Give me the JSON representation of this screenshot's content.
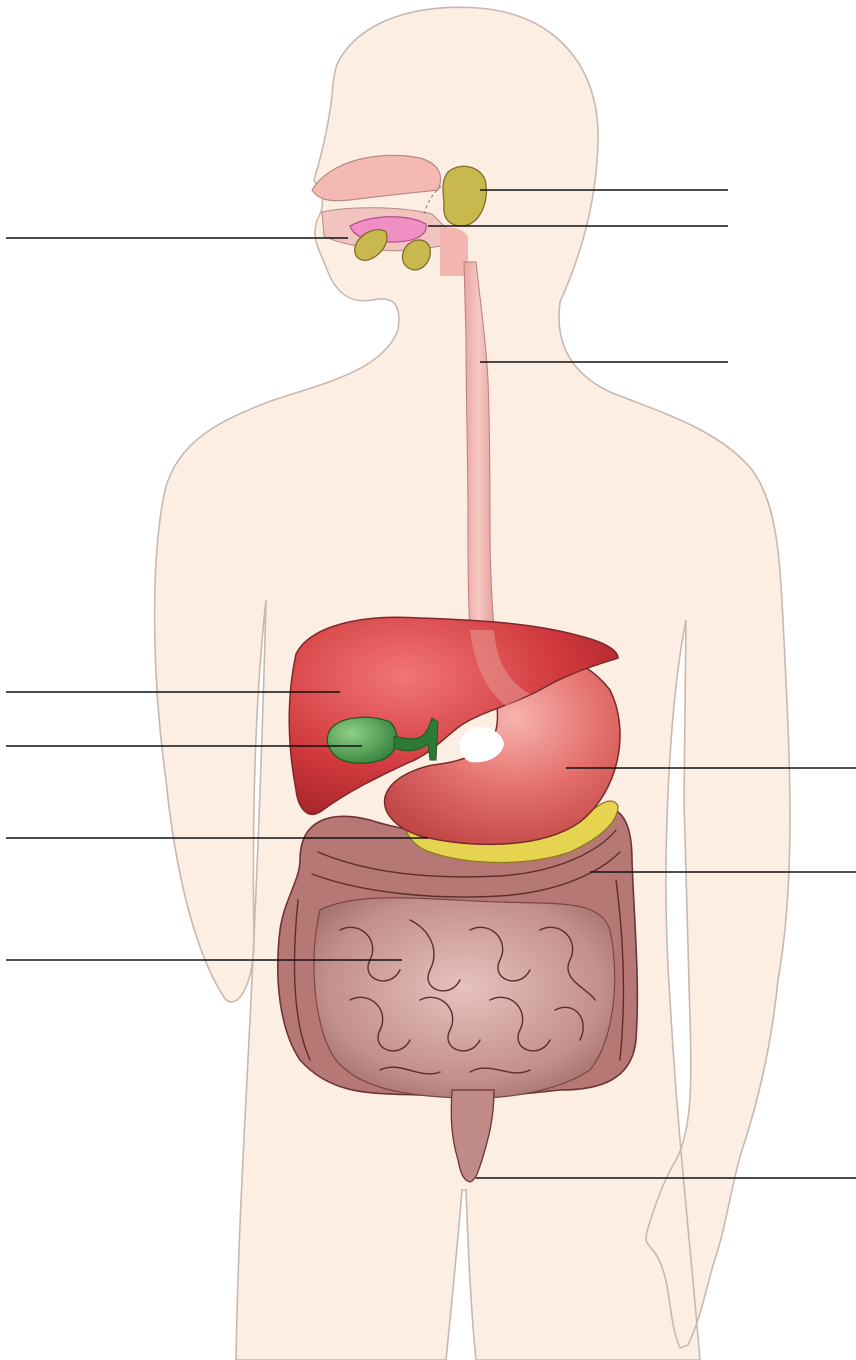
{
  "diagram": {
    "kind": "human digestive system, unlabeled",
    "labels_printed": false,
    "colors": {
      "skin": "#fdeee3",
      "outline": "#c9b8ad",
      "leader_line": "#111111",
      "liver": "#c93b3e",
      "gallbladder": "#3f8f45",
      "stomach": "#e36e6a",
      "pancreas": "#e6d451",
      "intestine": "#c08a86",
      "esophagus": "#f2b9b4",
      "salivary_gland": "#c9b84d",
      "tongue": "#ef8fc4"
    },
    "organs": [
      "salivary-gland-parotid",
      "salivary-gland-sublingual",
      "salivary-gland-submandibular",
      "mouth",
      "pharynx",
      "esophagus",
      "liver",
      "gallbladder",
      "stomach",
      "pancreas",
      "large-intestine",
      "small-intestine",
      "rectum"
    ],
    "leader_lines": [
      "mouth",
      "parotid-gland",
      "pharynx",
      "esophagus",
      "liver",
      "gallbladder",
      "stomach",
      "pancreas",
      "large-intestine",
      "small-intestine",
      "rectum"
    ]
  }
}
